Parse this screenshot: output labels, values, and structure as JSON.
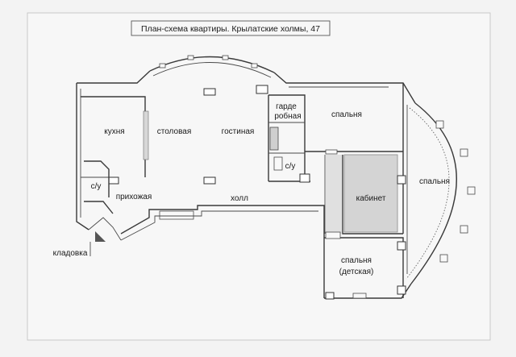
{
  "title": "План-схема квартиры. Крылатские холмы, 47",
  "rooms": {
    "kitchen": "кухня",
    "dining": "столовая",
    "living": "гостиная",
    "wardrobe_line1": "гарде",
    "wardrobe_line2": "робная",
    "bath1": "с/у",
    "bath2": "с/у",
    "bedroom1": "спальня",
    "bedroom2": "спальня",
    "study": "кабинет",
    "kids_line1": "спальня",
    "kids_line2": "(детская)",
    "hall": "холл",
    "entry": "прихожая",
    "storage": "кладовка"
  },
  "colors": {
    "paper": "#f3f3f3",
    "wall": "#3a3a3a",
    "shaded": "#d4d4d4"
  }
}
